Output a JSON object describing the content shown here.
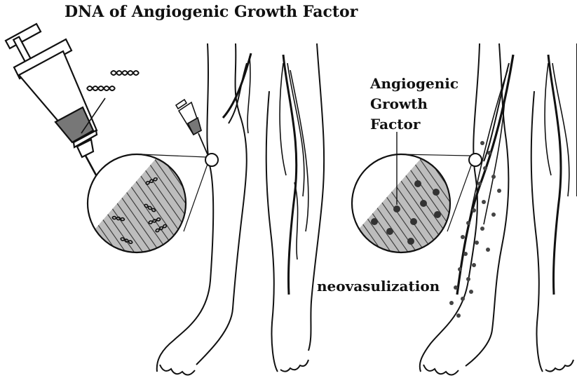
{
  "labels": {
    "title": "DNA of Angiogenic Growth Factor",
    "agf_line1": "Angiogenic",
    "agf_line2": "Growth",
    "agf_line3": "Factor",
    "neo": "neovasulization"
  },
  "icons": [
    "syringe-icon",
    "small-syringe-icon",
    "dna-strand-icon",
    "growth-factor-dot-icon"
  ],
  "colors": {
    "ink": "#111111",
    "hatch_fill": "#bdbdbd",
    "syringe_liquid": "#777777"
  }
}
